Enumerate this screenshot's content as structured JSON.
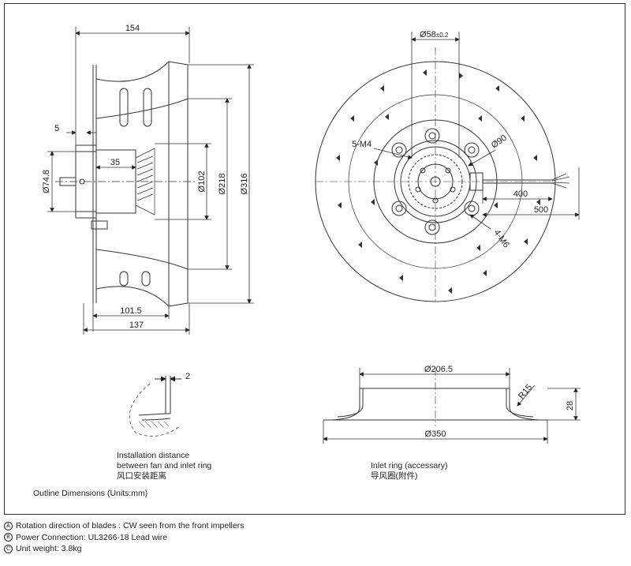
{
  "side_view": {
    "dim_154": "154",
    "dim_5": "5",
    "dim_35": "35",
    "dim_74_8": "Ø74.8",
    "dim_102": "Ø102",
    "dim_218": "Ø218",
    "dim_316": "Ø316",
    "dim_101_5": "101.5",
    "dim_137": "137"
  },
  "front_view": {
    "dim_58": "Ø58",
    "dim_58_tol": "±0.2",
    "dim_90": "Ø90",
    "label_5m4": "5-M4",
    "label_4m6": "4-M6",
    "dim_400": "400",
    "dim_500": "500"
  },
  "detail": {
    "dim_2": "2",
    "caption_en_1": "Installation distance",
    "caption_en_2": "between fan and inlet ring",
    "caption_cn": "风口安装距离"
  },
  "inlet_ring": {
    "dim_206_5": "Ø206.5",
    "dim_350": "Ø350",
    "dim_r15": "R15",
    "dim_28": "28",
    "caption_en": "Inlet ring  (accessary)",
    "caption_cn": "导风圈(附件)"
  },
  "outline_label": "Outline Dimensions (Units:mm)",
  "notes": [
    {
      "mark": "A",
      "text": "Rotation direction of blades : CW seen from the front impellers"
    },
    {
      "mark": "B",
      "text": "Power Connection:  UL3266-18 Lead wire"
    },
    {
      "mark": "C",
      "text": "Unit weight:  3.8kg"
    }
  ]
}
